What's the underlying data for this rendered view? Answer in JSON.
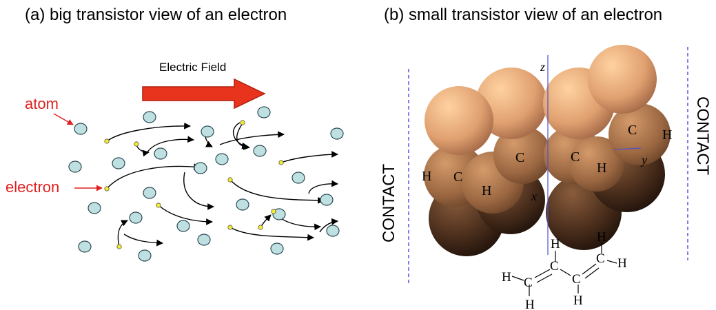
{
  "panel_a": {
    "caption": "(a) big transistor view of an electron",
    "field_label": "Electric Field",
    "atom_label": "atom",
    "electron_label": "electron"
  },
  "panel_b": {
    "caption": "(b) small transistor view of an electron",
    "contact_left": "CONTACT",
    "contact_right": "CONTACT",
    "axes": {
      "z": "z",
      "y": "y",
      "x": "x"
    },
    "sphere_labels": {
      "c1": "C",
      "c2": "C",
      "c3": "C",
      "c4": "C",
      "h1": "H",
      "h2": "H",
      "h3": "H",
      "h4": "H"
    },
    "structure_labels": {
      "h_top_left": "H",
      "h_top_right": "H",
      "h_right": "H",
      "h_left": "H",
      "h_bottom_left": "H",
      "h_bottom_right": "H",
      "c1": "C",
      "c2": "C",
      "c3": "C",
      "c4": "C"
    }
  },
  "colors": {
    "atom_fill": "#bfe0e1",
    "electron_fill": "#f2ec2b",
    "field_arrow": "#e8341c",
    "annotation_red": "#e02020",
    "contact_line": "#2b2be0",
    "axis_line": "#5050c8"
  }
}
